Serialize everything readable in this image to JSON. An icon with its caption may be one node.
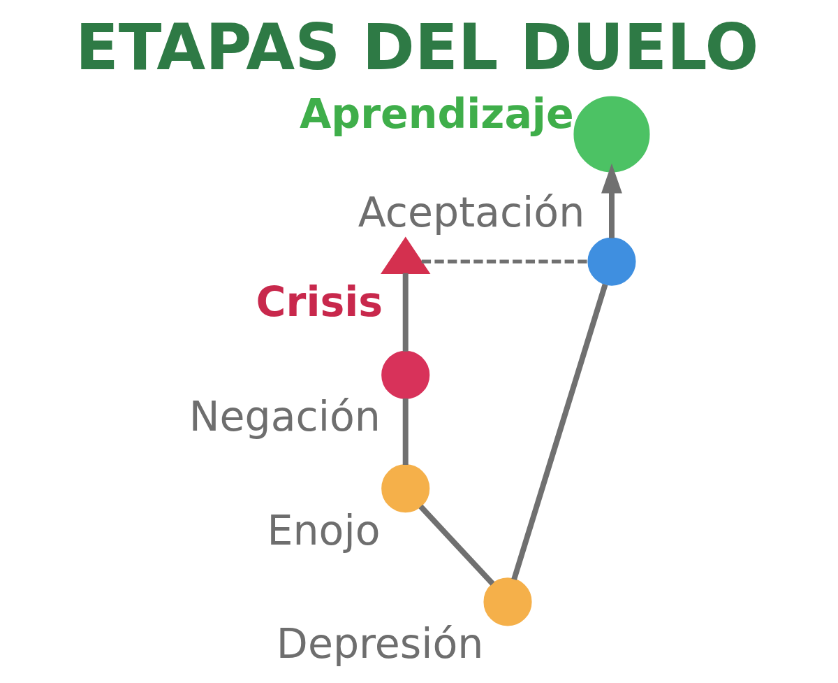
{
  "diagram": {
    "title": "ETAPAS DEL DUELO",
    "nodes": [
      {
        "text": [],
        "shape": "triangle",
        "beside": [
          "Crisis"
        ]
      },
      {
        "text": [],
        "shape": "circle",
        "beside": [
          "Negación"
        ]
      },
      {
        "text": [],
        "shape": "circle",
        "beside": [
          "Enojo"
        ]
      },
      {
        "text": [],
        "shape": "circle",
        "beside": [
          "Depresión"
        ]
      },
      {
        "text": [],
        "shape": "circle",
        "beside": [
          "Aceptación"
        ]
      },
      {
        "text": [],
        "shape": "circle",
        "beside": [
          "Aprendizaje"
        ]
      }
    ],
    "edges": [
      {
        "from": 0,
        "to": 1,
        "arrow": "none"
      },
      {
        "from": 1,
        "to": 2,
        "arrow": "none"
      },
      {
        "from": 2,
        "to": 3,
        "arrow": "none"
      },
      {
        "from": 3,
        "to": 4,
        "arrow": "none"
      },
      {
        "from": 4,
        "to": 5,
        "arrow": "to"
      },
      {
        "from": 0,
        "to": 4,
        "arrow": "none",
        "style": "dashed"
      }
    ]
  }
}
